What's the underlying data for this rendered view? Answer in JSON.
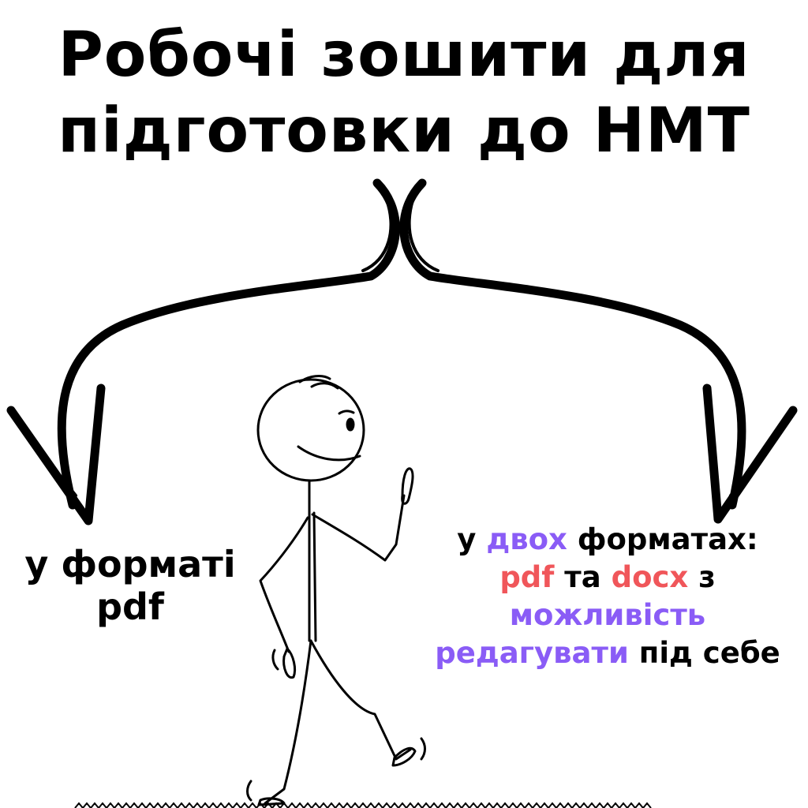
{
  "title": {
    "line1": "Робочі зошити для",
    "line2": "підготовки до НМТ"
  },
  "left_caption": {
    "line1": "у форматі",
    "line2": "pdf"
  },
  "right_caption": {
    "w1": "у",
    "w2": "двох",
    "w3": "форматах:",
    "w4": "pdf",
    "w5": "та",
    "w6": "docx",
    "w7": "з",
    "w8": "можливість",
    "w9": "редагувати",
    "w10": "під себе"
  },
  "colors": {
    "text": "#000000",
    "accent_purple": "#8a5cf6",
    "accent_red": "#f0565a",
    "background": "#ffffff"
  },
  "illustration": {
    "arrows": "branching-arrows-icon",
    "figure": "walking-stick-figure"
  }
}
